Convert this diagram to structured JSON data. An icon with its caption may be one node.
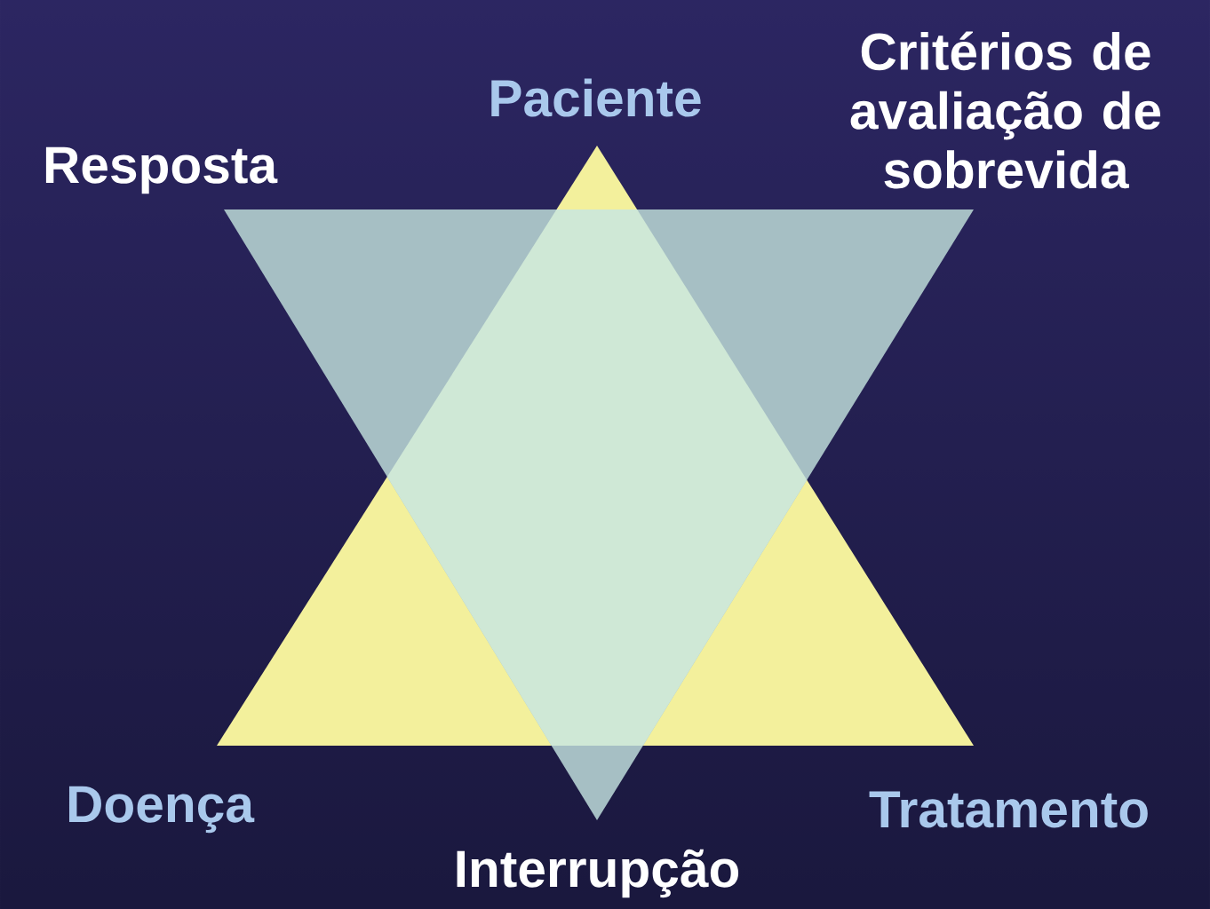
{
  "diagram": {
    "labels": [
      "Paciente",
      "Critérios de avaliação de sobrevida",
      "Resposta",
      "Doença",
      "Tratamento",
      "Interrupção"
    ]
  }
}
